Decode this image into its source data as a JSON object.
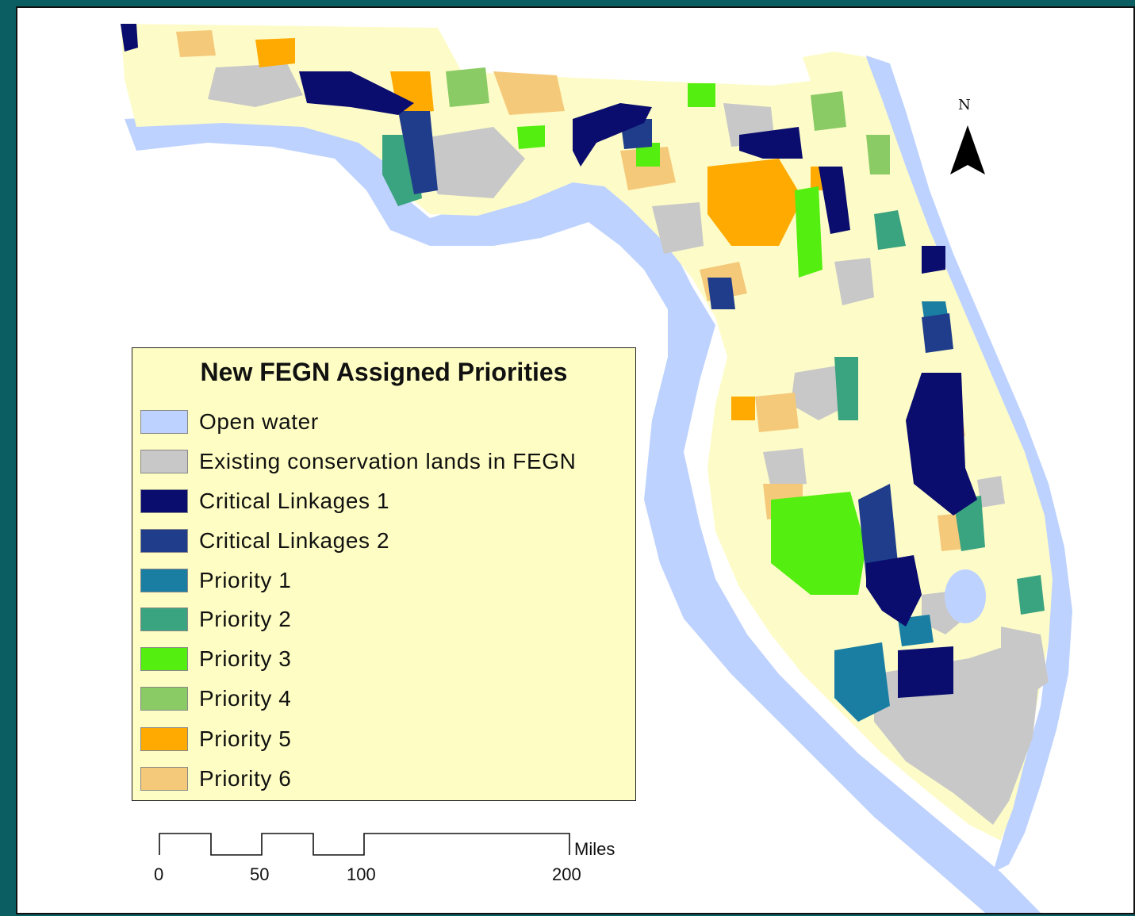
{
  "legend": {
    "title": "New FEGN Assigned Priorities",
    "items": [
      {
        "label": "Open water",
        "color": "#bed2ff"
      },
      {
        "label": "Existing conservation lands in FEGN",
        "color": "#c8c8c8"
      },
      {
        "label": "Critical Linkages 1",
        "color": "#0a0c6e"
      },
      {
        "label": "Critical Linkages 2",
        "color": "#1f3d8a"
      },
      {
        "label": "Priority 1",
        "color": "#1a7ea3"
      },
      {
        "label": "Priority 2",
        "color": "#3aa37f"
      },
      {
        "label": "Priority 3",
        "color": "#55ee11"
      },
      {
        "label": "Priority 4",
        "color": "#8acb66"
      },
      {
        "label": "Priority 5",
        "color": "#ffaa00"
      },
      {
        "label": "Priority 6",
        "color": "#f5c97a"
      }
    ]
  },
  "scale_bar": {
    "unit": "Miles",
    "ticks": [
      "0",
      "50",
      "100",
      "200"
    ]
  },
  "north_arrow": {
    "label": "N",
    "icon": "north-arrow-icon"
  },
  "colors": {
    "land": "#fdfcc8",
    "frame": "#0b5f63"
  }
}
